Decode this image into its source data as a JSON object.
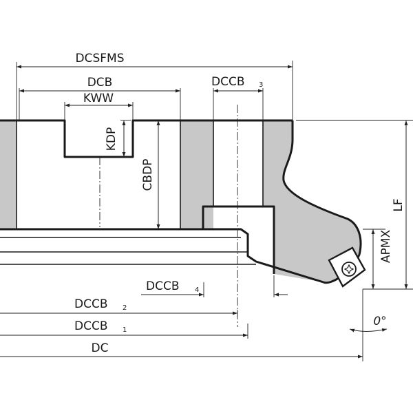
{
  "labels": {
    "dcsfms": "DCSFMS",
    "dcb": "DCB",
    "kww": "KWW",
    "kdp": "KDP",
    "cbdp": "CBDP",
    "dccb3": "DCCB",
    "dccb3_sub": "3",
    "dccb4": "DCCB",
    "dccb4_sub": "4",
    "dccb2": "DCCB",
    "dccb2_sub": "2",
    "dccb1": "DCCB",
    "dccb1_sub": "1",
    "dc": "DC",
    "apmx": "APMX",
    "lf": "LF",
    "angle": "0°"
  },
  "colors": {
    "body_fill": "#c8c8c8",
    "line": "#1a1a1a"
  }
}
